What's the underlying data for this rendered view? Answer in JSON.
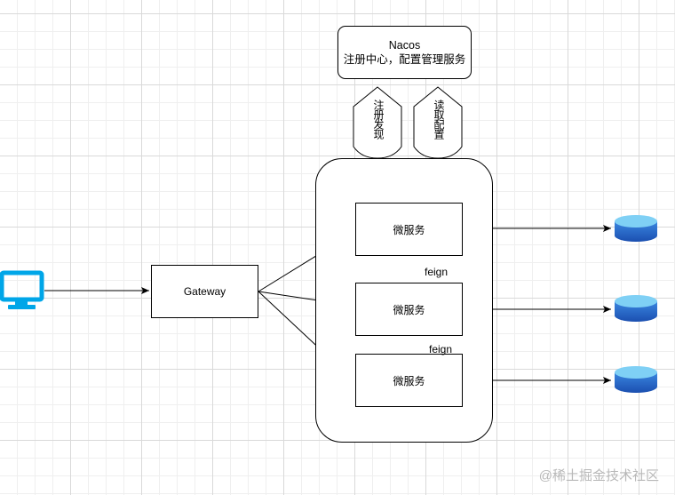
{
  "nacos": {
    "title": "Nacos",
    "subtitle": "注册中心，配置管理服务"
  },
  "connectors": {
    "register": "注册发现",
    "config": "读取配置"
  },
  "gateway": {
    "label": "Gateway"
  },
  "services": [
    {
      "label": "微服务"
    },
    {
      "label": "微服务"
    },
    {
      "label": "微服务"
    }
  ],
  "links": {
    "feign_top": "feign",
    "feign_bottom": "feign"
  },
  "icons": {
    "client": "monitor-icon",
    "database": "database-icon"
  },
  "colors": {
    "monitor": "#00a6e8",
    "db_top": "#7fd0f5",
    "db_body": "#1e5fc4",
    "line": "#000000"
  },
  "watermark": "@稀土掘金技术社区"
}
